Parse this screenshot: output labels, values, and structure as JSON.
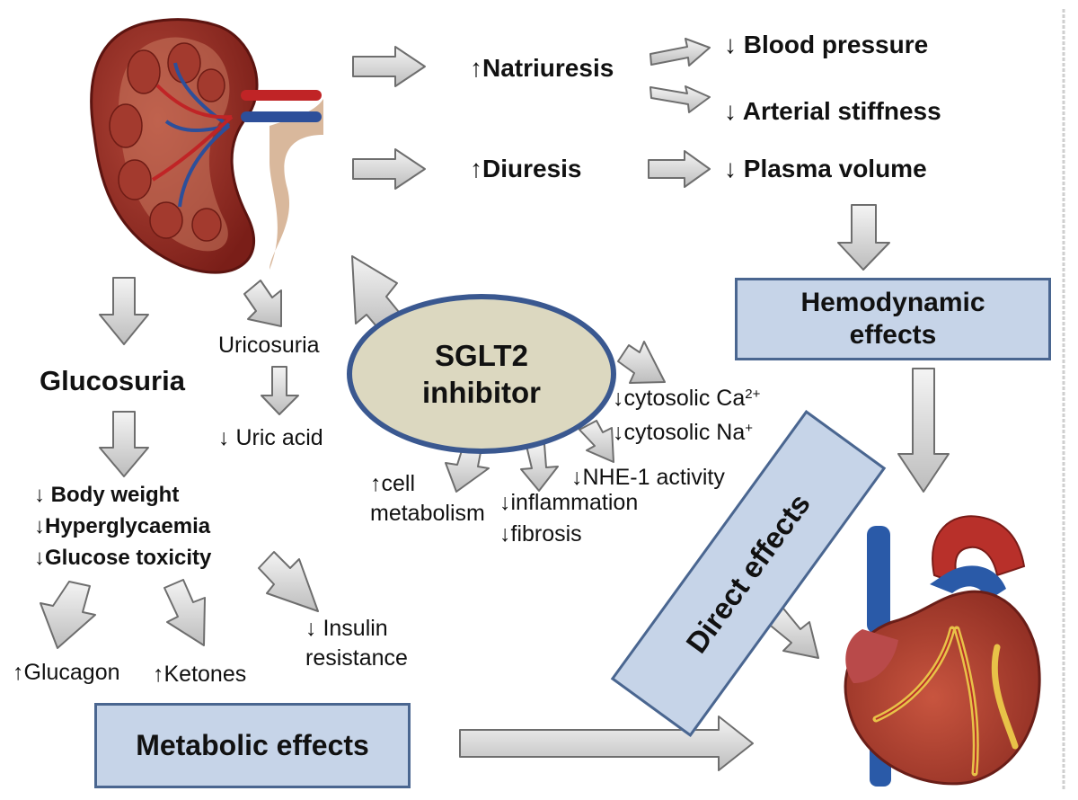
{
  "effects": {
    "natriuresis": "↑Natriuresis",
    "blood_pressure": "↓ Blood pressure",
    "arterial_stiffness": "↓ Arterial stiffness",
    "diuresis": "↑Diuresis",
    "plasma_volume": "↓ Plasma volume",
    "hemodynamic": [
      "Hemodynamic",
      "effects"
    ],
    "glucosuria": "Glucosuria",
    "uricosuria": "Uricosuria",
    "uric_acid": "↓ Uric acid",
    "body_weight": "↓ Body weight",
    "hyperglycaemia": "↓Hyperglycaemia",
    "glucose_toxicity": "↓Glucose toxicity",
    "glucagon": "↑Glucagon",
    "ketones": "↑Ketones",
    "insulin_resistance": [
      "↓ Insulin",
      "resistance"
    ],
    "metabolic": "Metabolic effects",
    "direct": "Direct effects",
    "cell_metabolism": [
      "↑cell",
      "metabolism"
    ],
    "inflammation": "↓inflammation",
    "fibrosis": "↓fibrosis",
    "nhe1": "↓NHE-1 activity",
    "cytosolic_ca": {
      "text": "↓cytosolic Ca",
      "sup": "2+"
    },
    "cytosolic_na": {
      "text": "↓cytosolic Na",
      "sup": "+"
    }
  },
  "center": {
    "line1": "SGLT2",
    "line2": "inhibitor"
  },
  "illustrations": [
    "kidney-icon",
    "heart-icon"
  ],
  "colors": {
    "box_fill": "#c6d4e8",
    "box_border": "#4a6690",
    "ellipse_fill": "#dcd8c0",
    "ellipse_border": "#3a5890",
    "arrow_fill": "#dcdcdc",
    "arrow_stroke": "#6e6e6e"
  }
}
